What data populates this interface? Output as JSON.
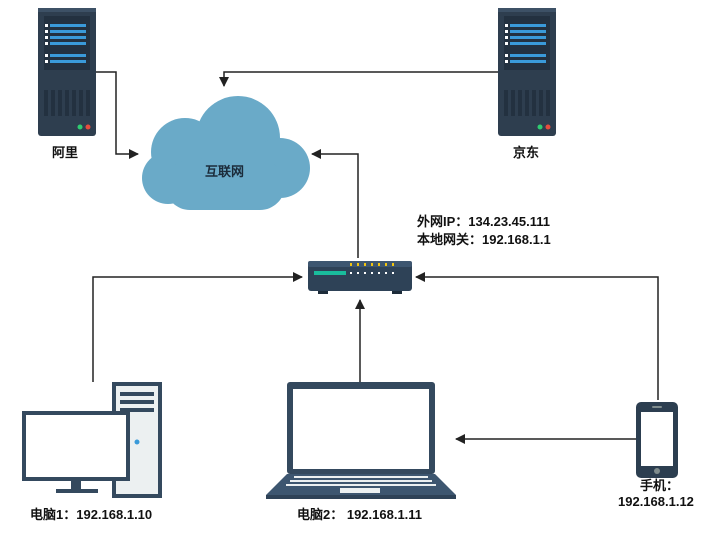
{
  "nodes": {
    "server_ali": {
      "label": "阿里"
    },
    "server_jd": {
      "label": "京东"
    },
    "internet": {
      "label": "互联网"
    },
    "router": {
      "wan_ip": "外网IP：134.23.45.111",
      "gateway": "本地网关：192.168.1.1"
    },
    "pc1": {
      "label": "电脑1：192.168.1.10"
    },
    "pc2": {
      "label": "电脑2：  192.168.1.11"
    },
    "phone": {
      "label_line1": "手机：",
      "label_line2": "192.168.1.12"
    }
  },
  "colors": {
    "cloud": "#6aaac8",
    "server_body": "#2e3e4f",
    "server_stripe": "#3a9ad9",
    "router_body": "#2e4257",
    "device_frame": "#34495e",
    "arrow": "#222222"
  }
}
